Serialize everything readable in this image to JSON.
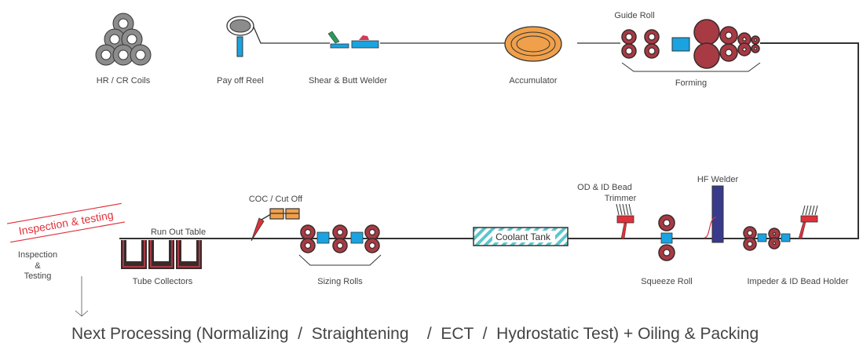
{
  "title": "ERW Tube Mill Process Flow",
  "colors": {
    "line": "#333333",
    "coil": "#8c8c8c",
    "roll": "#a83a44",
    "roll_outline": "#3a2a2a",
    "blue": "#1aa3e0",
    "accumulator": "#f0a04a",
    "welder": "#3a3a8c",
    "trimmer": "#e0303a",
    "cutoff": "#f0a04a",
    "coolant": "#5cc6cc",
    "stamp": "#e0303a",
    "text": "#444444"
  },
  "stations_top": [
    {
      "id": "coils",
      "label": "HR / CR Coils"
    },
    {
      "id": "payoff",
      "label": "Pay off Reel"
    },
    {
      "id": "shear",
      "label": "Shear & Butt Welder"
    },
    {
      "id": "accumulator",
      "label": "Accumulator"
    },
    {
      "id": "guide",
      "label": "Guide Roll"
    },
    {
      "id": "forming",
      "label": "Forming"
    }
  ],
  "stations_bottom": [
    {
      "id": "impeder",
      "label": "Impeder & ID Bead Holder"
    },
    {
      "id": "hfwelder",
      "label": "HF Welder"
    },
    {
      "id": "squeeze",
      "label": "Squeeze Roll"
    },
    {
      "id": "trimmer",
      "label_line1": "OD & ID Bead",
      "label_line2": "Trimmer"
    },
    {
      "id": "coolant",
      "label": "Coolant Tank"
    },
    {
      "id": "sizing",
      "label": "Sizing Rolls"
    },
    {
      "id": "cutoff",
      "label": "COC / Cut Off"
    },
    {
      "id": "runout",
      "label": "Run Out Table"
    },
    {
      "id": "collectors",
      "label": "Tube Collectors"
    }
  ],
  "inspection": {
    "stamp": "Inspection & testing",
    "line1": "Inspection",
    "line2": "&",
    "line3": "Testing"
  },
  "next_processing": "Next Processing (Normalizing  /  Straightening    /  ECT  /  Hydrostatic Test) + Oiling & Packing"
}
